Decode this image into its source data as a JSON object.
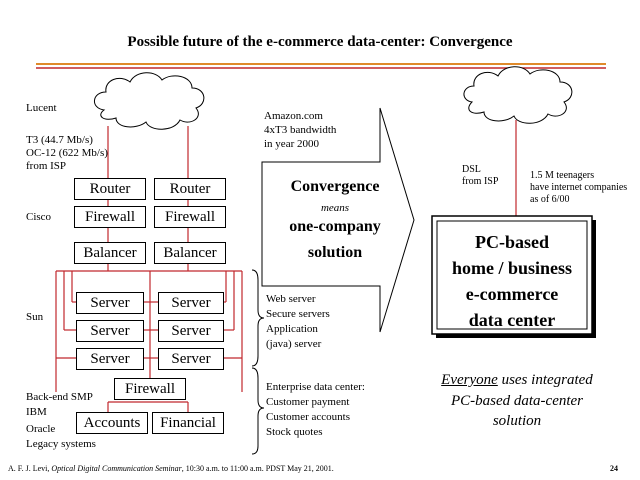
{
  "title": "Possible future of the e-commerce data-center:  Convergence",
  "left": {
    "lucent": "Lucent",
    "t3_line1": "T3 (44.7 Mb/s)",
    "t3_line2": "OC-12 (622 Mb/s)",
    "t3_line3": "from ISP",
    "cisco": "Cisco",
    "sun": "Sun",
    "backend_line1": "Back-end SMP",
    "backend_line2": "IBM",
    "backend_line3": "Oracle",
    "backend_line4": "Legacy systems",
    "router1": "Router",
    "router2": "Router",
    "firewall1": "Firewall",
    "firewall2": "Firewall",
    "balancer1": "Balancer",
    "balancer2": "Balancer",
    "server1": "Server",
    "server2": "Server",
    "server3": "Server",
    "server4": "Server",
    "server5": "Server",
    "server6": "Server",
    "firewall3": "Firewall",
    "accounts": "Accounts",
    "financial": "Financial"
  },
  "middle": {
    "amazon_line1": "Amazon.com",
    "amazon_line2": "4xT3 bandwidth",
    "amazon_line3": "in year 2000",
    "convergence": "Convergence",
    "means": "means",
    "onecompany1": "one-company",
    "onecompany2": "solution",
    "web_line1": "Web server",
    "web_line2": "Secure servers",
    "web_line3": "Application",
    "web_line4": "(java) server",
    "ent_line1": "Enterprise data center:",
    "ent_line2": "Customer payment",
    "ent_line3": "Customer accounts",
    "ent_line4": "Stock quotes"
  },
  "right": {
    "dsl_line1": "DSL",
    "dsl_line2": "from ISP",
    "teen_line1": "1.5 M teenagers",
    "teen_line2": "have internet companies",
    "teen_line3": "as of 6/00",
    "pc_line1": "PC-based",
    "pc_line2": "home / business",
    "pc_line3": "e-commerce",
    "pc_line4": "data center",
    "everyone_u": "Everyone",
    "everyone_rest": " uses integrated",
    "everyone_line2": "PC-based data-center",
    "everyone_line3": "solution"
  },
  "footer": {
    "author": "A. F. J. Levi, ",
    "seminar": "Optical Digital Communication Seminar",
    "time": ", 10:30 a.m. to 11:00 a.m. PDST May 21, 2001.",
    "page": "24"
  },
  "colors": {
    "line_red": "#c0282d",
    "rule_orange": "#e08a2a",
    "connector_red": "#cc3333"
  }
}
